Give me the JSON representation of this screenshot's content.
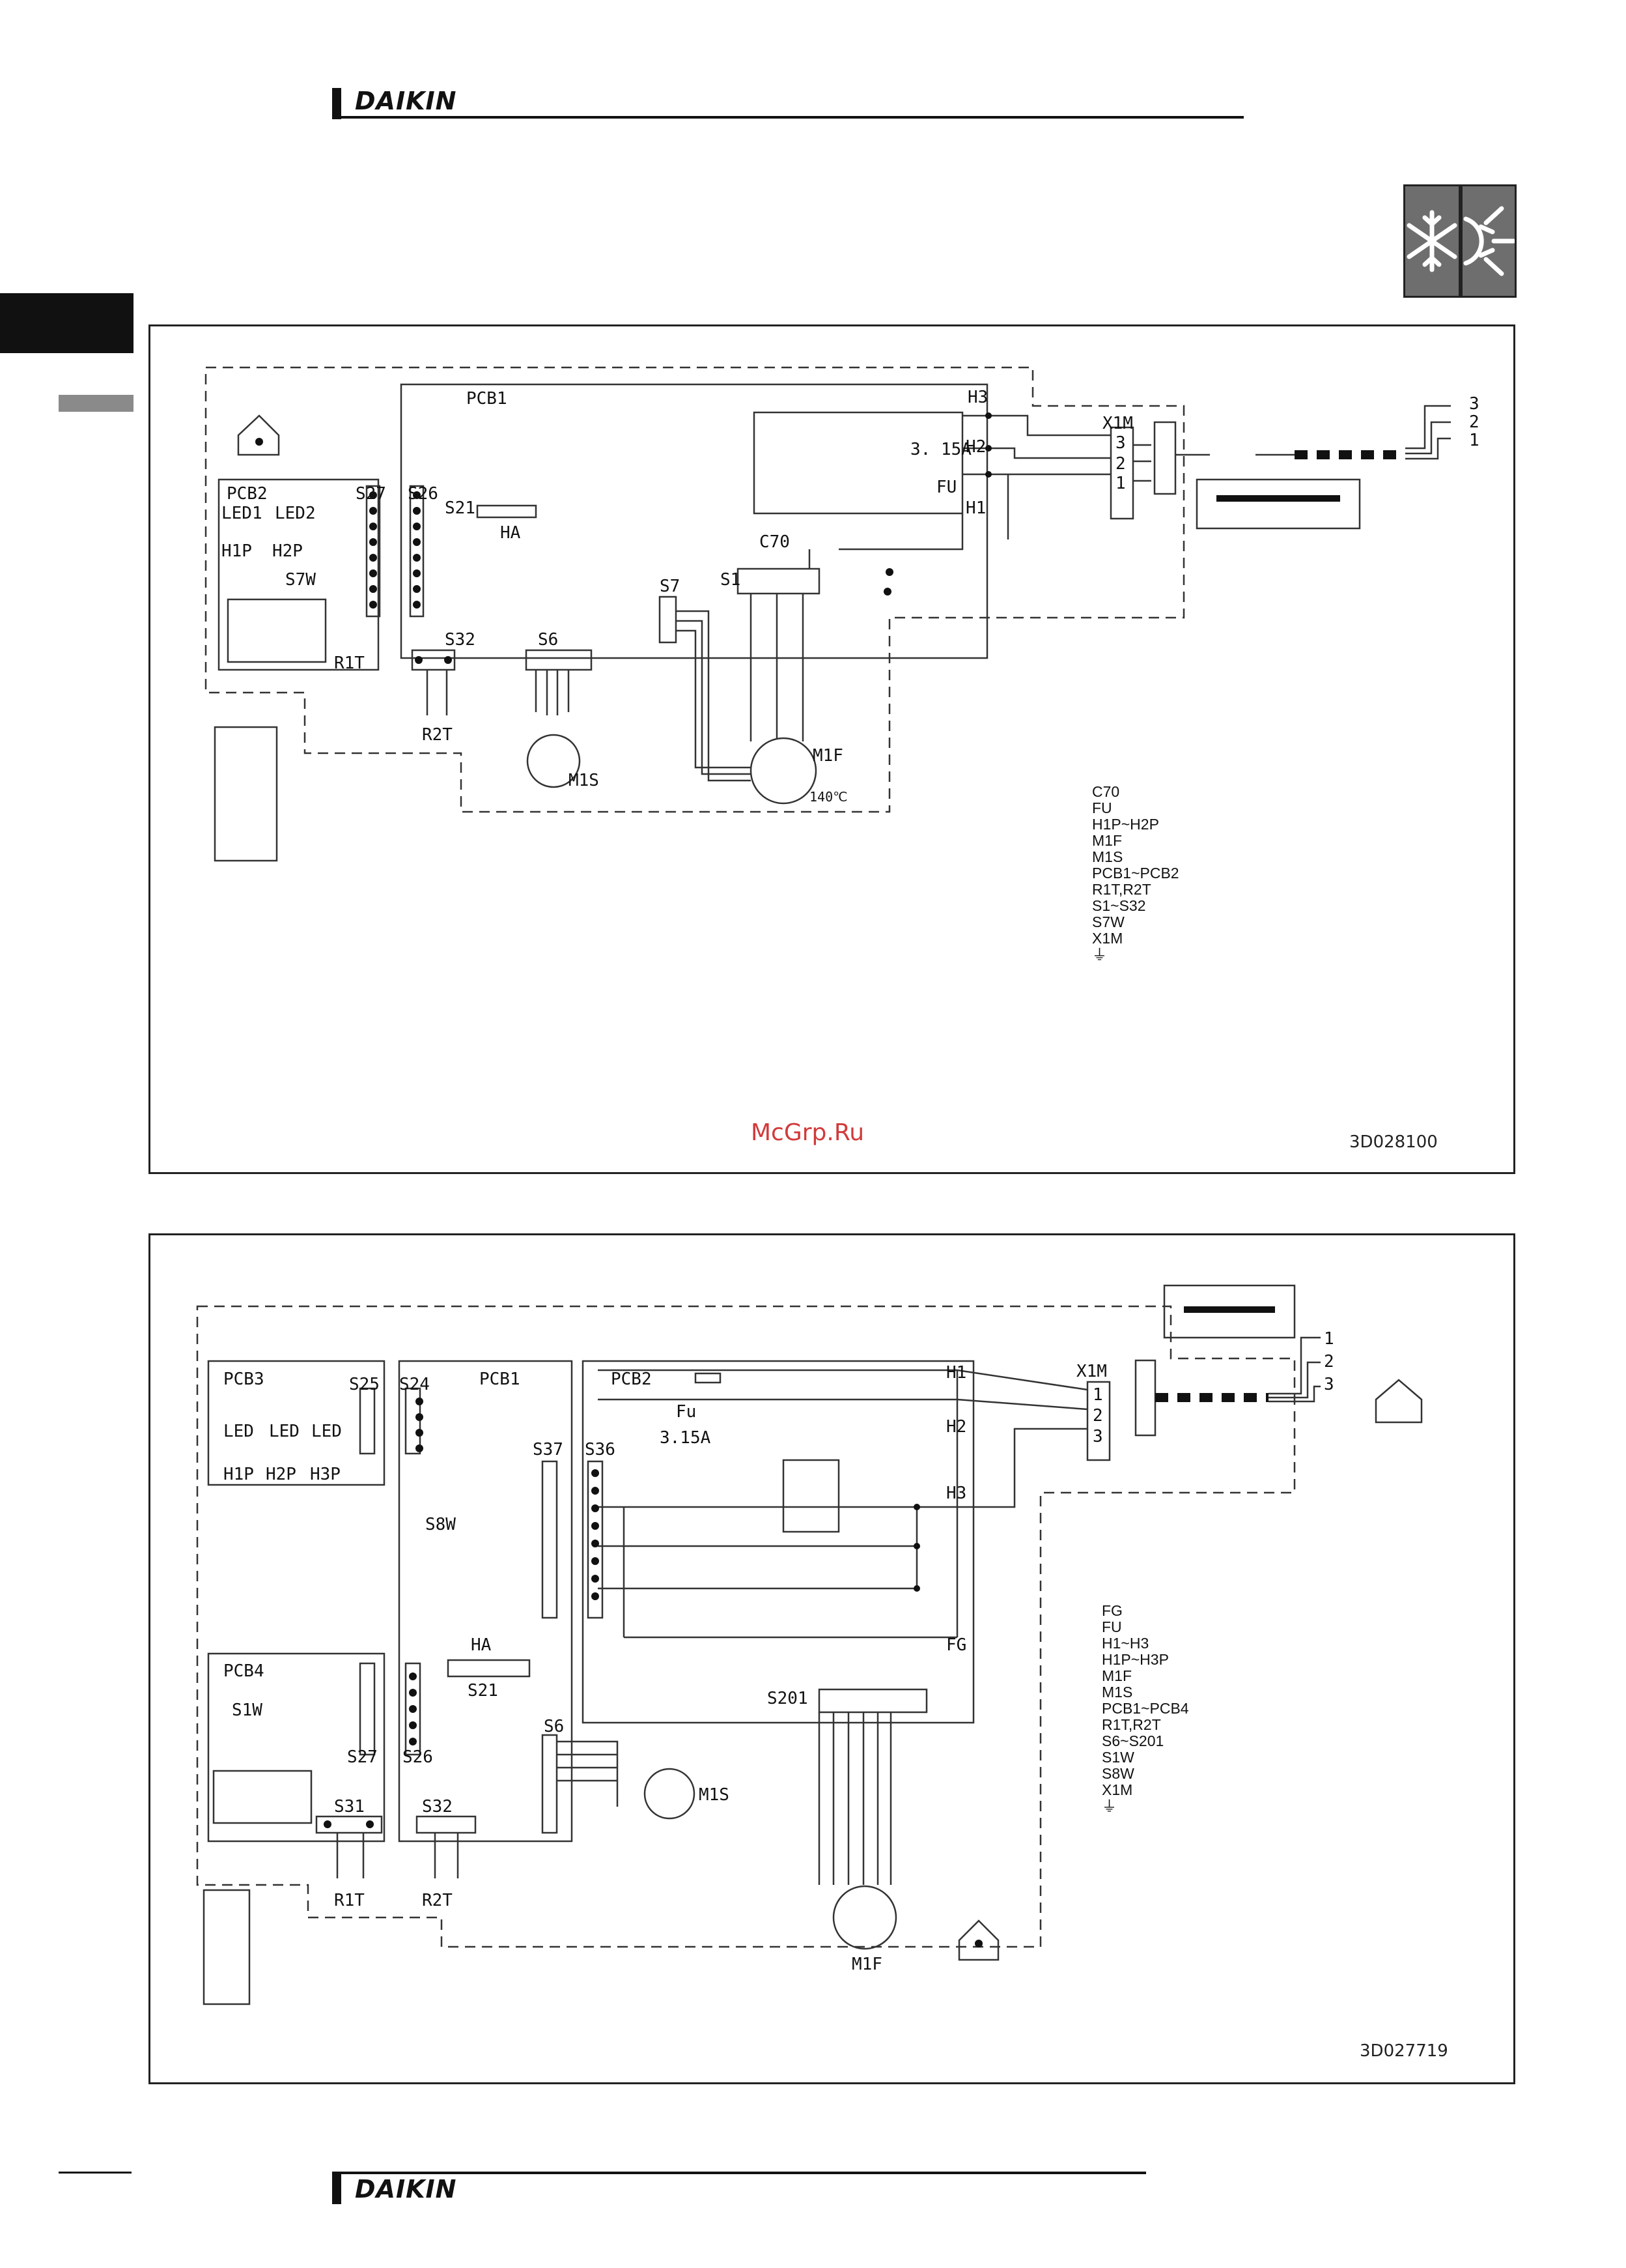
{
  "header": {
    "brand": "DAIKIN"
  },
  "footer": {
    "brand": "DAIKIN"
  },
  "watermark": "McGrp.Ru",
  "diagram1": {
    "ref": "3D028100",
    "labels": {
      "pcb1": "PCB1",
      "pcb2": "PCB2",
      "led1": "LED1",
      "led2": "LED2",
      "h1p": "H1P",
      "h2p": "H2P",
      "s7w": "S7W",
      "s27": "S27",
      "s26": "S26",
      "s21": "S21",
      "ha": "HA",
      "s32": "S32",
      "s6": "S6",
      "s7": "S7",
      "s1": "S1",
      "c70": "C70",
      "fuse": "3. 15A",
      "fu": "FU",
      "h1": "H1",
      "h2": "H2",
      "h3": "H3",
      "x1m": "X1M",
      "r1t": "R1T",
      "r2t": "R2T",
      "m1s": "M1S",
      "m1f": "M1F",
      "temp": "140℃",
      "t3": "3",
      "t2": "2",
      "t1": "1",
      "x3": "3",
      "x2": "2",
      "x1": "1"
    },
    "legend": [
      "C70",
      "FU",
      "H1P~H2P",
      "M1F",
      "M1S",
      "PCB1~PCB2",
      "R1T,R2T",
      "S1~S32",
      "S7W",
      "X1M",
      "⏚"
    ]
  },
  "diagram2": {
    "ref": "3D027719",
    "labels": {
      "pcb1": "PCB1",
      "pcb2": "PCB2",
      "pcb3": "PCB3",
      "pcb4": "PCB4",
      "s25": "S25",
      "s24": "S24",
      "s37": "S37",
      "s36": "S36",
      "s8w": "S8W",
      "led_a": "LED",
      "led_b": "LED",
      "led_c": "LED",
      "h1p": "H1P",
      "h2p": "H2P",
      "h3p": "H3P",
      "fu": "Fu",
      "fuse": "3.15A",
      "h1": "H1",
      "h2": "H2",
      "h3": "H3",
      "fg": "FG",
      "x1m": "X1M",
      "ha": "HA",
      "s21": "S21",
      "s6": "S6",
      "s1w": "S1W",
      "s27": "S27",
      "s26": "S26",
      "s31": "S31",
      "s32": "S32",
      "r1t": "R1T",
      "r2t": "R2T",
      "s201": "S201",
      "m1s": "M1S",
      "m1f": "M1F",
      "t1": "1",
      "t2": "2",
      "t3": "3",
      "x1": "1",
      "x2": "2",
      "x3": "3"
    },
    "legend": [
      "FG",
      "FU",
      "H1~H3",
      "H1P~H3P",
      "M1F",
      "M1S",
      "PCB1~PCB4",
      "R1T,R2T",
      "S6~S201",
      "S1W",
      "S8W",
      "X1M",
      "⏚"
    ]
  }
}
